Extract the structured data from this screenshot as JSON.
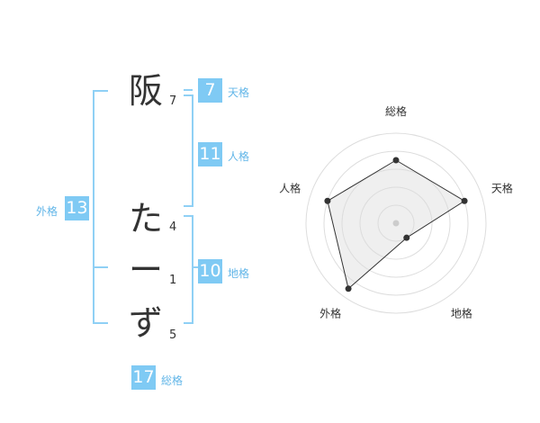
{
  "name_chars": [
    "阪",
    "た",
    "ー",
    "ず"
  ],
  "strokes": [
    "7",
    "4",
    "1",
    "5"
  ],
  "fortunes": {
    "tenkaku": {
      "value": "7",
      "label": "天格"
    },
    "jinkaku": {
      "value": "11",
      "label": "人格"
    },
    "chikaku": {
      "value": "10",
      "label": "地格"
    },
    "gaikaku": {
      "value": "13",
      "label": "外格"
    },
    "soukaku": {
      "value": "17",
      "label": "総格"
    }
  },
  "colors": {
    "accent": "#7fcaf4",
    "label": "#62b6e8",
    "bracket": "#8fd0f5",
    "text": "#333333"
  },
  "chart_data": {
    "type": "radar",
    "axes": [
      "総格",
      "天格",
      "地格",
      "外格",
      "人格"
    ],
    "values": [
      3.5,
      4,
      1,
      4.5,
      4
    ],
    "rmax": 5,
    "rings": 5
  }
}
